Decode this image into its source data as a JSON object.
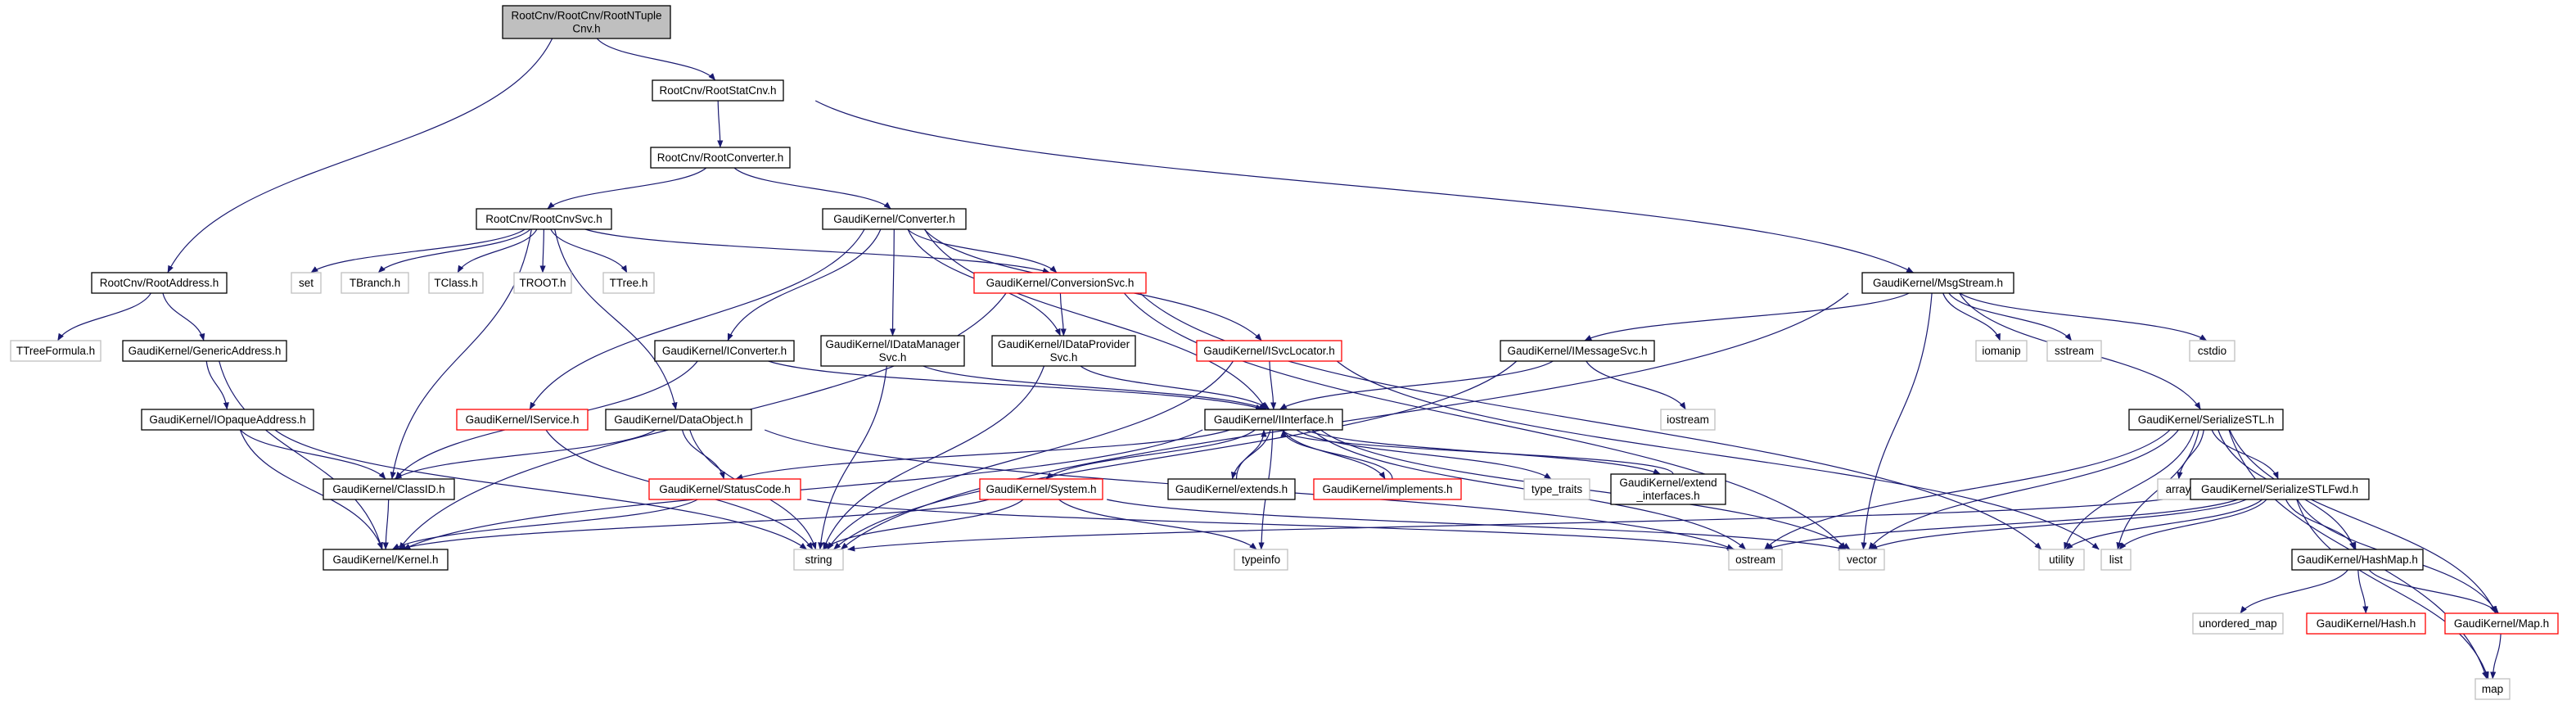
{
  "colors": {
    "edge": "#191970",
    "border_normal": "#000000",
    "border_truncated": "#ff0000",
    "border_system": "#bfbfbf",
    "fill_root": "#bfbfbf",
    "fill_default": "#ffffff"
  },
  "nodes": [
    {
      "id": "root",
      "lines": [
        "RootCnv/RootCnv/RootNTuple",
        "Cnv.h"
      ],
      "kind": "root"
    },
    {
      "id": "rootstat",
      "lines": [
        "RootCnv/RootStatCnv.h"
      ],
      "kind": "normal"
    },
    {
      "id": "rootconv",
      "lines": [
        "RootCnv/RootConverter.h"
      ],
      "kind": "normal"
    },
    {
      "id": "rootcnvsvc",
      "lines": [
        "RootCnv/RootCnvSvc.h"
      ],
      "kind": "normal"
    },
    {
      "id": "converter",
      "lines": [
        "GaudiKernel/Converter.h"
      ],
      "kind": "normal"
    },
    {
      "id": "msgstream",
      "lines": [
        "GaudiKernel/MsgStream.h"
      ],
      "kind": "normal"
    },
    {
      "id": "rootaddr",
      "lines": [
        "RootCnv/RootAddress.h"
      ],
      "kind": "normal"
    },
    {
      "id": "set",
      "lines": [
        "set"
      ],
      "kind": "system"
    },
    {
      "id": "tbranch",
      "lines": [
        "TBranch.h"
      ],
      "kind": "system"
    },
    {
      "id": "tclass",
      "lines": [
        "TClass.h"
      ],
      "kind": "system"
    },
    {
      "id": "troot",
      "lines": [
        "TROOT.h"
      ],
      "kind": "system"
    },
    {
      "id": "ttree",
      "lines": [
        "TTree.h"
      ],
      "kind": "system"
    },
    {
      "id": "convsvc",
      "lines": [
        "GaudiKernel/ConversionSvc.h"
      ],
      "kind": "truncated"
    },
    {
      "id": "ttreeformula",
      "lines": [
        "TTreeFormula.h"
      ],
      "kind": "system"
    },
    {
      "id": "genericaddr",
      "lines": [
        "GaudiKernel/GenericAddress.h"
      ],
      "kind": "normal"
    },
    {
      "id": "iconverter",
      "lines": [
        "GaudiKernel/IConverter.h"
      ],
      "kind": "normal"
    },
    {
      "id": "idatamgr",
      "lines": [
        "GaudiKernel/IDataManager",
        "Svc.h"
      ],
      "kind": "normal"
    },
    {
      "id": "idataprov",
      "lines": [
        "GaudiKernel/IDataProvider",
        "Svc.h"
      ],
      "kind": "normal"
    },
    {
      "id": "isvcloc",
      "lines": [
        "GaudiKernel/ISvcLocator.h"
      ],
      "kind": "truncated"
    },
    {
      "id": "imsgsvc",
      "lines": [
        "GaudiKernel/IMessageSvc.h"
      ],
      "kind": "normal"
    },
    {
      "id": "iomanip",
      "lines": [
        "iomanip"
      ],
      "kind": "system"
    },
    {
      "id": "sstream",
      "lines": [
        "sstream"
      ],
      "kind": "system"
    },
    {
      "id": "cstdio",
      "lines": [
        "cstdio"
      ],
      "kind": "system"
    },
    {
      "id": "iopaque",
      "lines": [
        "GaudiKernel/IOpaqueAddress.h"
      ],
      "kind": "normal"
    },
    {
      "id": "iservice",
      "lines": [
        "GaudiKernel/IService.h"
      ],
      "kind": "truncated"
    },
    {
      "id": "dataobject",
      "lines": [
        "GaudiKernel/DataObject.h"
      ],
      "kind": "normal"
    },
    {
      "id": "iinterface",
      "lines": [
        "GaudiKernel/IInterface.h"
      ],
      "kind": "normal"
    },
    {
      "id": "iostream",
      "lines": [
        "iostream"
      ],
      "kind": "system"
    },
    {
      "id": "serializestl",
      "lines": [
        "GaudiKernel/SerializeSTL.h"
      ],
      "kind": "normal"
    },
    {
      "id": "classid",
      "lines": [
        "GaudiKernel/ClassID.h"
      ],
      "kind": "normal"
    },
    {
      "id": "statuscode",
      "lines": [
        "GaudiKernel/StatusCode.h"
      ],
      "kind": "truncated"
    },
    {
      "id": "system",
      "lines": [
        "GaudiKernel/System.h"
      ],
      "kind": "truncated"
    },
    {
      "id": "extends",
      "lines": [
        "GaudiKernel/extends.h"
      ],
      "kind": "normal"
    },
    {
      "id": "implements",
      "lines": [
        "GaudiKernel/implements.h"
      ],
      "kind": "truncated"
    },
    {
      "id": "typetraits",
      "lines": [
        "type_traits"
      ],
      "kind": "system"
    },
    {
      "id": "extendinterfaces",
      "lines": [
        "GaudiKernel/extend",
        "_interfaces.h"
      ],
      "kind": "normal"
    },
    {
      "id": "array",
      "lines": [
        "array"
      ],
      "kind": "system"
    },
    {
      "id": "serializestlfwd",
      "lines": [
        "GaudiKernel/SerializeSTLFwd.h"
      ],
      "kind": "normal"
    },
    {
      "id": "kernel",
      "lines": [
        "GaudiKernel/Kernel.h"
      ],
      "kind": "normal"
    },
    {
      "id": "string",
      "lines": [
        "string"
      ],
      "kind": "system"
    },
    {
      "id": "typeinfo",
      "lines": [
        "typeinfo"
      ],
      "kind": "system"
    },
    {
      "id": "ostream",
      "lines": [
        "ostream"
      ],
      "kind": "system"
    },
    {
      "id": "vector",
      "lines": [
        "vector"
      ],
      "kind": "system"
    },
    {
      "id": "utility",
      "lines": [
        "utility"
      ],
      "kind": "system"
    },
    {
      "id": "list",
      "lines": [
        "list"
      ],
      "kind": "system"
    },
    {
      "id": "hashmap",
      "lines": [
        "GaudiKernel/HashMap.h"
      ],
      "kind": "normal"
    },
    {
      "id": "unorderedmap",
      "lines": [
        "unordered_map"
      ],
      "kind": "system"
    },
    {
      "id": "hash",
      "lines": [
        "GaudiKernel/Hash.h"
      ],
      "kind": "truncated"
    },
    {
      "id": "gkmap",
      "lines": [
        "GaudiKernel/Map.h"
      ],
      "kind": "truncated"
    },
    {
      "id": "map",
      "lines": [
        "map"
      ],
      "kind": "system"
    }
  ],
  "edges": [
    [
      "root",
      "rootstat"
    ],
    [
      "root",
      "rootaddr"
    ],
    [
      "rootstat",
      "rootconv"
    ],
    [
      "rootstat",
      "msgstream"
    ],
    [
      "rootconv",
      "rootcnvsvc"
    ],
    [
      "rootconv",
      "converter"
    ],
    [
      "rootcnvsvc",
      "set"
    ],
    [
      "rootcnvsvc",
      "tbranch"
    ],
    [
      "rootcnvsvc",
      "tclass"
    ],
    [
      "rootcnvsvc",
      "troot"
    ],
    [
      "rootcnvsvc",
      "ttree"
    ],
    [
      "rootcnvsvc",
      "convsvc"
    ],
    [
      "rootcnvsvc",
      "classid"
    ],
    [
      "rootcnvsvc",
      "dataobject"
    ],
    [
      "converter",
      "convsvc"
    ],
    [
      "converter",
      "iconverter"
    ],
    [
      "converter",
      "idatamgr"
    ],
    [
      "converter",
      "idataprov"
    ],
    [
      "converter",
      "isvcloc"
    ],
    [
      "converter",
      "iservice"
    ],
    [
      "converter",
      "iinterface"
    ],
    [
      "convsvc",
      "idataprov"
    ],
    [
      "convsvc",
      "kernel"
    ],
    [
      "convsvc",
      "vector"
    ],
    [
      "convsvc",
      "utility"
    ],
    [
      "rootaddr",
      "ttreeformula"
    ],
    [
      "rootaddr",
      "genericaddr"
    ],
    [
      "genericaddr",
      "iopaque"
    ],
    [
      "genericaddr",
      "kernel"
    ],
    [
      "iopaque",
      "classid"
    ],
    [
      "iopaque",
      "kernel"
    ],
    [
      "iopaque",
      "string"
    ],
    [
      "iconverter",
      "classid"
    ],
    [
      "iconverter",
      "iinterface"
    ],
    [
      "idatamgr",
      "iinterface"
    ],
    [
      "idatamgr",
      "string"
    ],
    [
      "idataprov",
      "iinterface"
    ],
    [
      "idataprov",
      "string"
    ],
    [
      "isvcloc",
      "iinterface"
    ],
    [
      "isvcloc",
      "string"
    ],
    [
      "isvcloc",
      "list"
    ],
    [
      "msgstream",
      "imsgsvc"
    ],
    [
      "msgstream",
      "iomanip"
    ],
    [
      "msgstream",
      "sstream"
    ],
    [
      "msgstream",
      "cstdio"
    ],
    [
      "msgstream",
      "serializestl"
    ],
    [
      "msgstream",
      "string"
    ],
    [
      "msgstream",
      "vector"
    ],
    [
      "imsgsvc",
      "iinterface"
    ],
    [
      "imsgsvc",
      "iostream"
    ],
    [
      "imsgsvc",
      "string"
    ],
    [
      "iservice",
      "string"
    ],
    [
      "dataobject",
      "classid"
    ],
    [
      "dataobject",
      "statuscode"
    ],
    [
      "dataobject",
      "string"
    ],
    [
      "dataobject",
      "ostream"
    ],
    [
      "iinterface",
      "kernel"
    ],
    [
      "iinterface",
      "statuscode"
    ],
    [
      "iinterface",
      "system"
    ],
    [
      "iinterface",
      "extends"
    ],
    [
      "iinterface",
      "implements"
    ],
    [
      "iinterface",
      "typetraits"
    ],
    [
      "iinterface",
      "extendinterfaces"
    ],
    [
      "iinterface",
      "ostream"
    ],
    [
      "iinterface",
      "typeinfo"
    ],
    [
      "iinterface",
      "vector"
    ],
    [
      "extends",
      "iinterface"
    ],
    [
      "implements",
      "iinterface"
    ],
    [
      "extendinterfaces",
      "iinterface"
    ],
    [
      "classid",
      "kernel"
    ],
    [
      "statuscode",
      "kernel"
    ],
    [
      "statuscode",
      "ostream"
    ],
    [
      "system",
      "kernel"
    ],
    [
      "system",
      "string"
    ],
    [
      "system",
      "typeinfo"
    ],
    [
      "system",
      "vector"
    ],
    [
      "serializestl",
      "ostream"
    ],
    [
      "serializestl",
      "vector"
    ],
    [
      "serializestl",
      "list"
    ],
    [
      "serializestl",
      "map"
    ],
    [
      "serializestl",
      "utility"
    ],
    [
      "serializestl",
      "array"
    ],
    [
      "serializestl",
      "serializestlfwd"
    ],
    [
      "serializestl",
      "hashmap"
    ],
    [
      "serializestl",
      "gkmap"
    ],
    [
      "serializestlfwd",
      "ostream"
    ],
    [
      "serializestlfwd",
      "string"
    ],
    [
      "serializestlfwd",
      "vector"
    ],
    [
      "serializestlfwd",
      "list"
    ],
    [
      "serializestlfwd",
      "map"
    ],
    [
      "serializestlfwd",
      "utility"
    ],
    [
      "serializestlfwd",
      "hashmap"
    ],
    [
      "serializestlfwd",
      "gkmap"
    ],
    [
      "hashmap",
      "unorderedmap"
    ],
    [
      "hashmap",
      "hash"
    ],
    [
      "hashmap",
      "gkmap"
    ],
    [
      "gkmap",
      "map"
    ]
  ]
}
